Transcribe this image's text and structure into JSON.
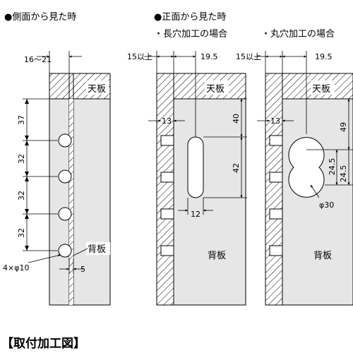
{
  "headings": {
    "side_view": "●側面から見た時",
    "front_view": "●正面から見た時",
    "long_hole_case": "・長穴加工の場合",
    "round_hole_case": "・丸穴加工の場合",
    "figure_title": "【取付加工図】"
  },
  "side": {
    "dim_top": "16〜21",
    "dims_left": [
      "37",
      "32",
      "32",
      "32"
    ],
    "top_board": "天板",
    "back_board": "背板",
    "hole_spec": "4×φ10",
    "offset": "5"
  },
  "long_hole": {
    "dim_left": "15以上",
    "dim_right": "19.5",
    "dim_13": "13",
    "dim_40": "40",
    "dim_42": "42",
    "dim_12": "12",
    "top_board": "天板",
    "back_board": "背板"
  },
  "round_hole": {
    "dim_left": "15以上",
    "dim_right": "19.5",
    "dim_13": "13",
    "dim_49": "49",
    "dim_24_5_a": "24.5",
    "dim_24_5_b": "24.5",
    "dim_phi": "φ30",
    "top_board": "天板",
    "back_board": "背板"
  },
  "colors": {
    "panel": "#e6e6e6",
    "line": "#000000",
    "background": "#ffffff"
  }
}
